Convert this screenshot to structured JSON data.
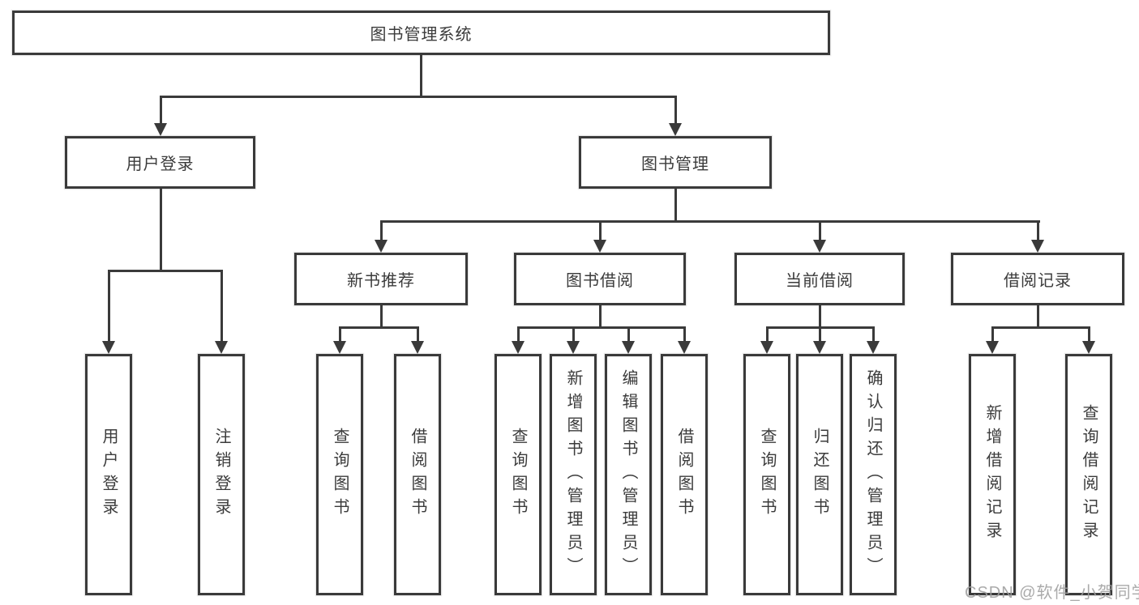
{
  "tree": {
    "label": "图书管理系统",
    "children": [
      {
        "label": "用户登录",
        "children": [
          {
            "label": "用户登录"
          },
          {
            "label": "注销登录"
          }
        ]
      },
      {
        "label": "图书管理",
        "children": [
          {
            "label": "新书推荐",
            "children": [
              {
                "label": "查询图书"
              },
              {
                "label": "借阅图书"
              }
            ]
          },
          {
            "label": "图书借阅",
            "children": [
              {
                "label": "查询图书"
              },
              {
                "label": "新增图书（管理员）"
              },
              {
                "label": "编辑图书（管理员）"
              },
              {
                "label": "借阅图书"
              }
            ]
          },
          {
            "label": "当前借阅",
            "children": [
              {
                "label": "查询图书"
              },
              {
                "label": "归还图书"
              },
              {
                "label": "确认归还（管理员）"
              }
            ]
          },
          {
            "label": "借阅记录",
            "children": [
              {
                "label": "新增借阅记录"
              },
              {
                "label": "查询借阅记录"
              }
            ]
          }
        ]
      }
    ]
  },
  "watermark": {
    "text": "CSDN @软件_小贺同学"
  },
  "colors": {
    "line": "#3a3a3a",
    "text": "#3b3b3b",
    "background": "#ffffff",
    "watermark": "#9e9e9e"
  }
}
